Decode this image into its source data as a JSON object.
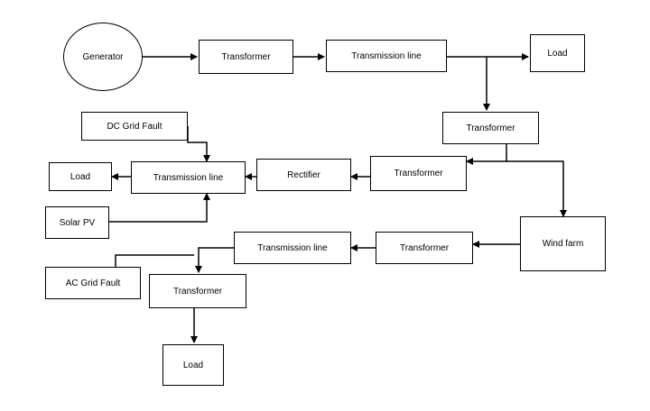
{
  "nodes": {
    "generator": "Generator",
    "transformer_1": "Transformer",
    "transmission_line_1": "Transmission line",
    "load_1": "Load",
    "transformer_2": "Transformer",
    "dc_grid_fault": "DC Grid Fault",
    "load_2": "Load",
    "transmission_line_2": "Transmission line",
    "rectifier": "Rectifier",
    "transformer_3": "Transformer",
    "solar_pv": "Solar PV",
    "wind_farm": "Wind farm",
    "transformer_4": "Transformer",
    "transmission_line_3": "Transmission line",
    "ac_grid_fault": "AC Grid Fault",
    "transformer_5": "Transformer",
    "load_3": "Load"
  },
  "colors": {
    "stroke": "#000000",
    "background": "#ffffff"
  }
}
